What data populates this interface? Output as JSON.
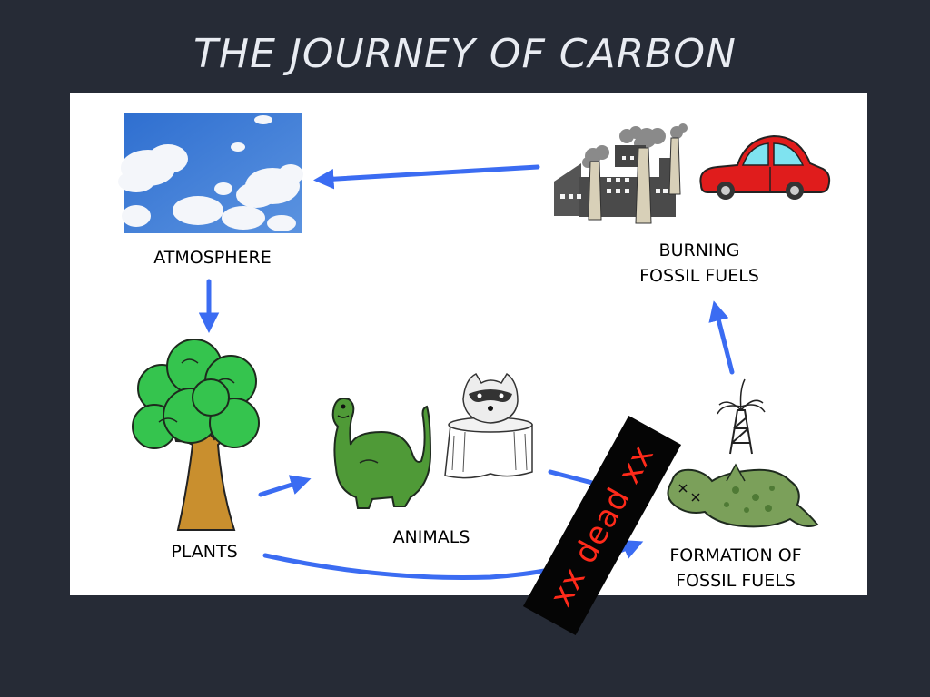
{
  "title": "THE JOURNEY OF CARBON",
  "nodes": {
    "atmosphere": "ATMOSPHERE",
    "burning": [
      "BURNING",
      "FOSSIL FUELS"
    ],
    "plants": "PLANTS",
    "animals": "ANIMALS",
    "formation": [
      "FORMATION OF",
      "FOSSIL FUELS"
    ]
  },
  "overlay": {
    "text": "xx dead xx",
    "text_color": "#ff2a1a",
    "background": "#050505"
  },
  "colors": {
    "background": "#262b36",
    "panel": "#ffffff",
    "arrow": "#3b6cf2"
  }
}
